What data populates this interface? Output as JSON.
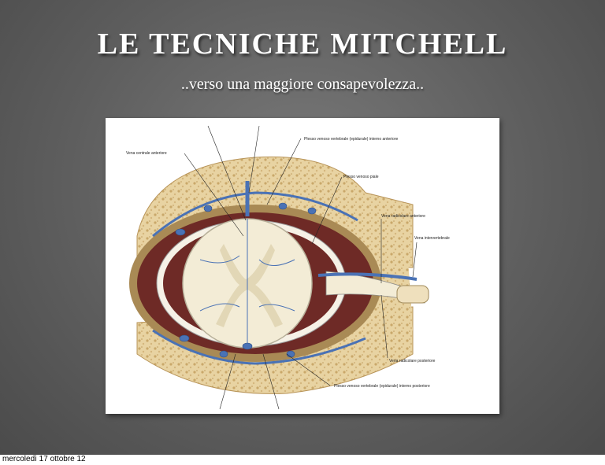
{
  "slide": {
    "title": "LE TECNICHE MITCHELL",
    "subtitle": "..verso una maggiore consapevolezza.."
  },
  "diagram": {
    "labels": {
      "plesso_anteriore": "Plesso venoso vertebrale (epidurale) interno anteriore",
      "vena_centrale": "Vena centrale anteriore",
      "plesso_piale": "Plesso venoso piale",
      "radicolare_anteriore": "Vena radicolare anteriore",
      "intervertebrale": "Vena intervertebrale",
      "radicolare_posteriore": "Vena radicolare posteriore",
      "plesso_posteriore": "Plesso venoso vertebrale (epidurale) interno posteriore"
    },
    "colors": {
      "bone": "#e8d3a2",
      "bone_dark": "#c9a86a",
      "dura": "#6e2a26",
      "fat": "#a98a55",
      "vein": "#4a72b5",
      "cord": "#f3ecd6",
      "grey_matter": "#e2d7b6"
    }
  },
  "footer": {
    "date": "mercoledì 17 ottobre 12"
  }
}
